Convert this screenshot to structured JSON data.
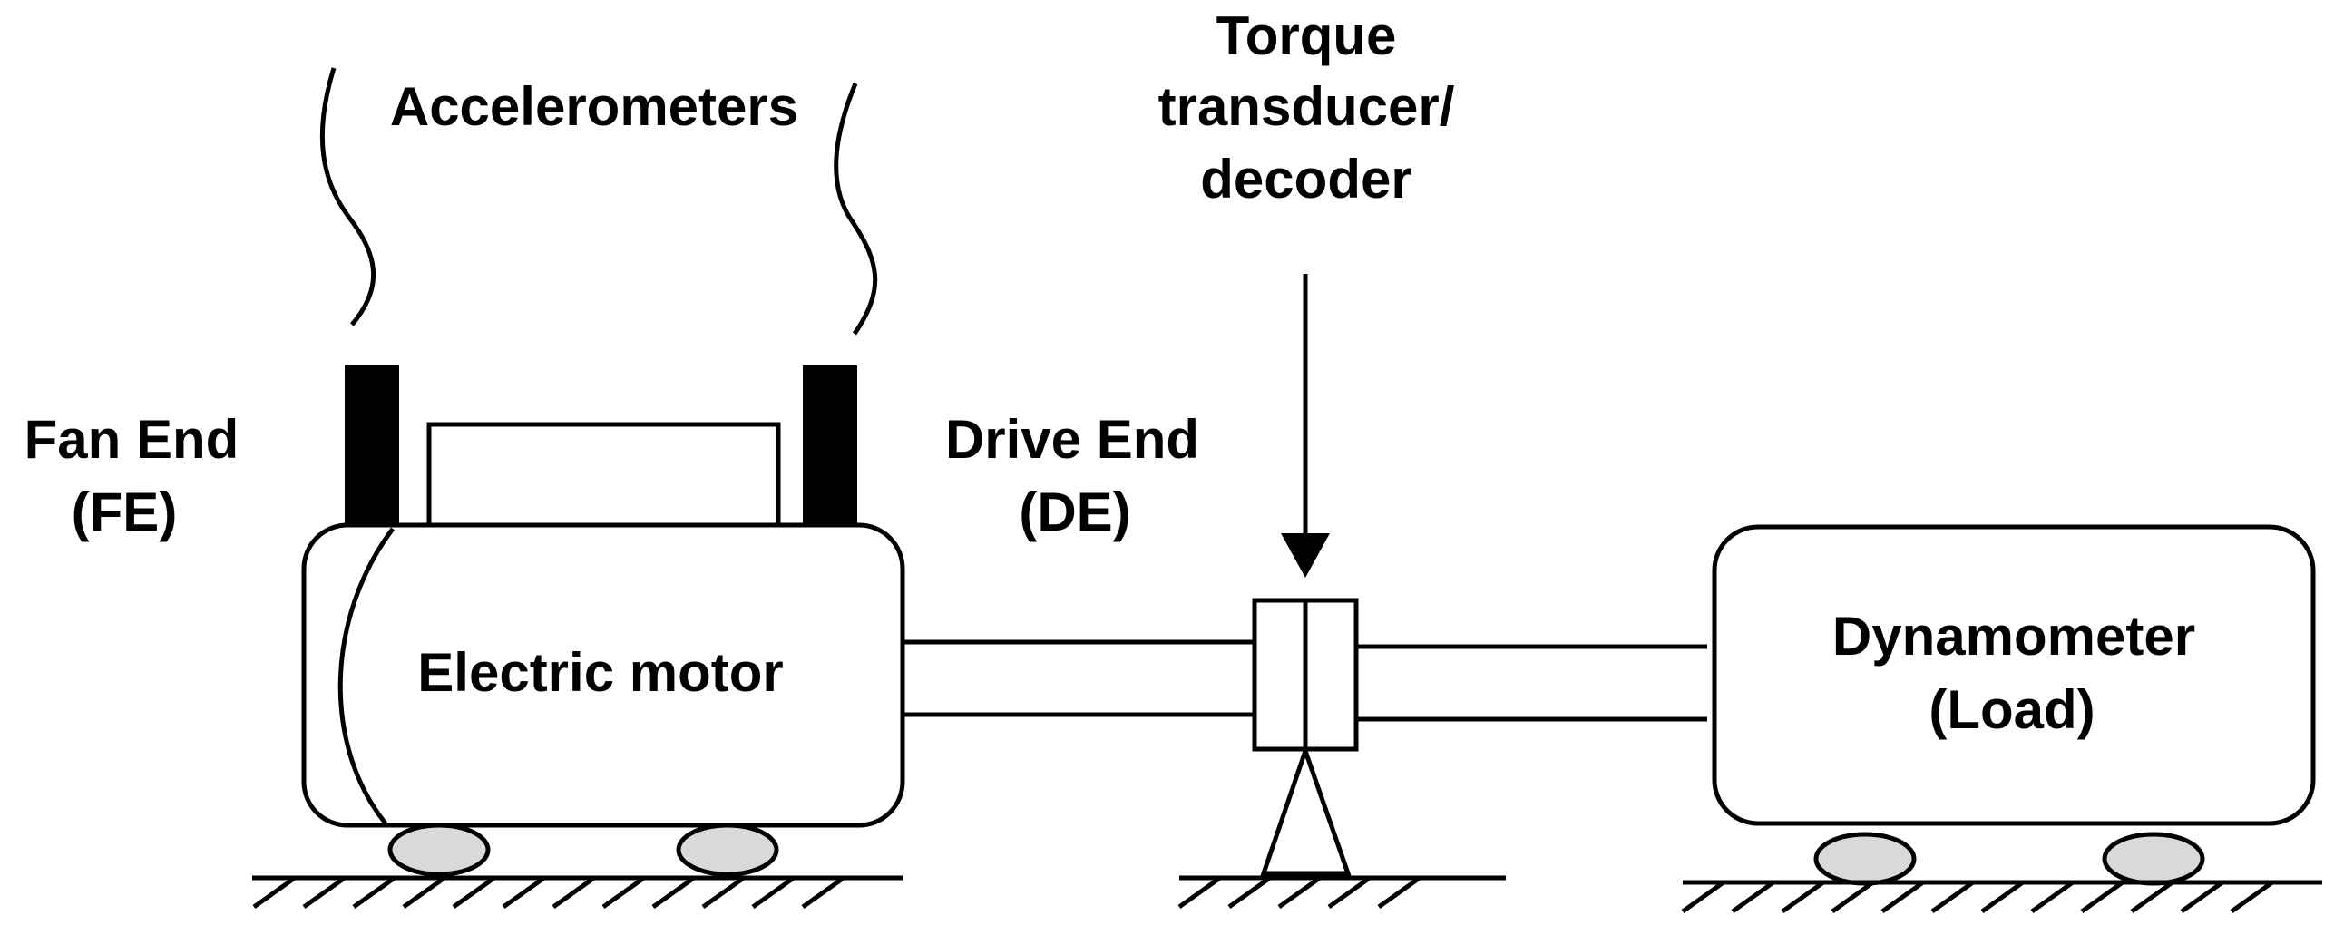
{
  "labels": {
    "accelerometers": "Accelerometers",
    "torque_line1": "Torque",
    "torque_line2": "transducer/",
    "torque_line3": "decoder",
    "fan_end_line1": "Fan End",
    "fan_end_line2": "(FE)",
    "drive_end_line1": "Drive End",
    "drive_end_line2": "(DE)",
    "electric_motor": "Electric motor",
    "dynamometer_line1": "Dynamometer",
    "dynamometer_line2": "(Load)"
  }
}
